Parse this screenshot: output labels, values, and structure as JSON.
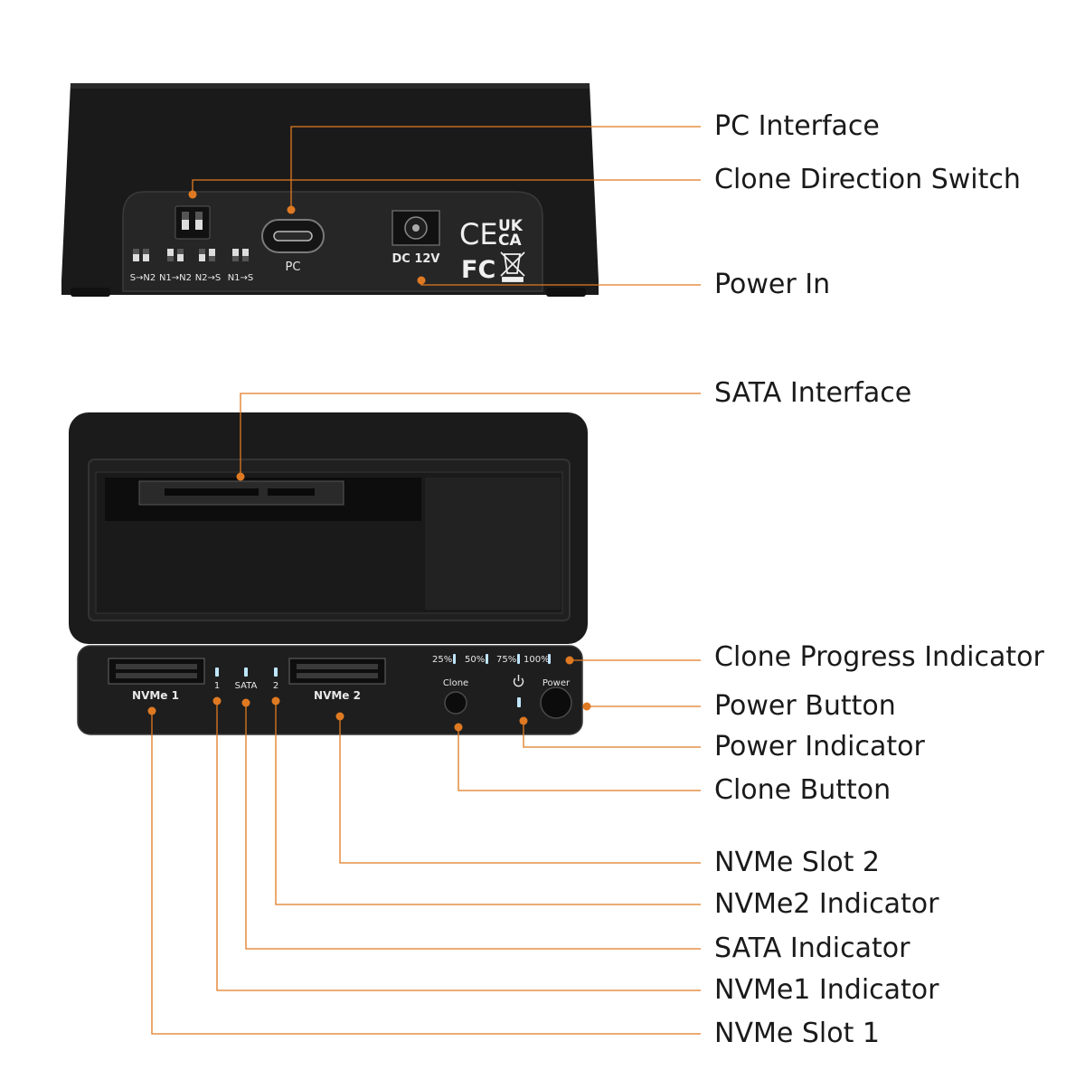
{
  "colors": {
    "accent": "#e07a22",
    "device_body": "#1c1c1c",
    "device_panel": "#2a2a2a",
    "led": "#bfe6ff"
  },
  "rear_panel": {
    "port_label_pc": "PC",
    "port_label_dc": "DC 12V",
    "switch_modes": [
      "S→N2",
      "N1→N2",
      "N2→S",
      "N1→S"
    ],
    "cert_ce": "CE",
    "cert_uk": "UK",
    "cert_ca": "CA",
    "cert_fc": "FC"
  },
  "front_panel": {
    "slot1_label": "NVMe 1",
    "slot2_label": "NVMe 2",
    "led1_label": "1",
    "led_sata_label": "SATA",
    "led2_label": "2",
    "progress_steps": [
      "25%",
      "50%",
      "75%",
      "100%"
    ],
    "clone_button_label": "Clone",
    "power_button_label": "Power"
  },
  "callouts": [
    {
      "id": "pc-interface",
      "label": "PC Interface"
    },
    {
      "id": "clone-direction-switch",
      "label": "Clone Direction Switch"
    },
    {
      "id": "power-in",
      "label": "Power In"
    },
    {
      "id": "sata-interface",
      "label": "SATA Interface"
    },
    {
      "id": "clone-progress-indicator",
      "label": "Clone Progress Indicator"
    },
    {
      "id": "power-button",
      "label": "Power Button"
    },
    {
      "id": "power-indicator",
      "label": "Power Indicator"
    },
    {
      "id": "clone-button",
      "label": "Clone Button"
    },
    {
      "id": "nvme-slot-2",
      "label": "NVMe Slot 2"
    },
    {
      "id": "nvme2-indicator",
      "label": "NVMe2 Indicator"
    },
    {
      "id": "sata-indicator",
      "label": "SATA Indicator"
    },
    {
      "id": "nvme1-indicator",
      "label": "NVMe1 Indicator"
    },
    {
      "id": "nvme-slot-1",
      "label": "NVMe Slot 1"
    }
  ]
}
